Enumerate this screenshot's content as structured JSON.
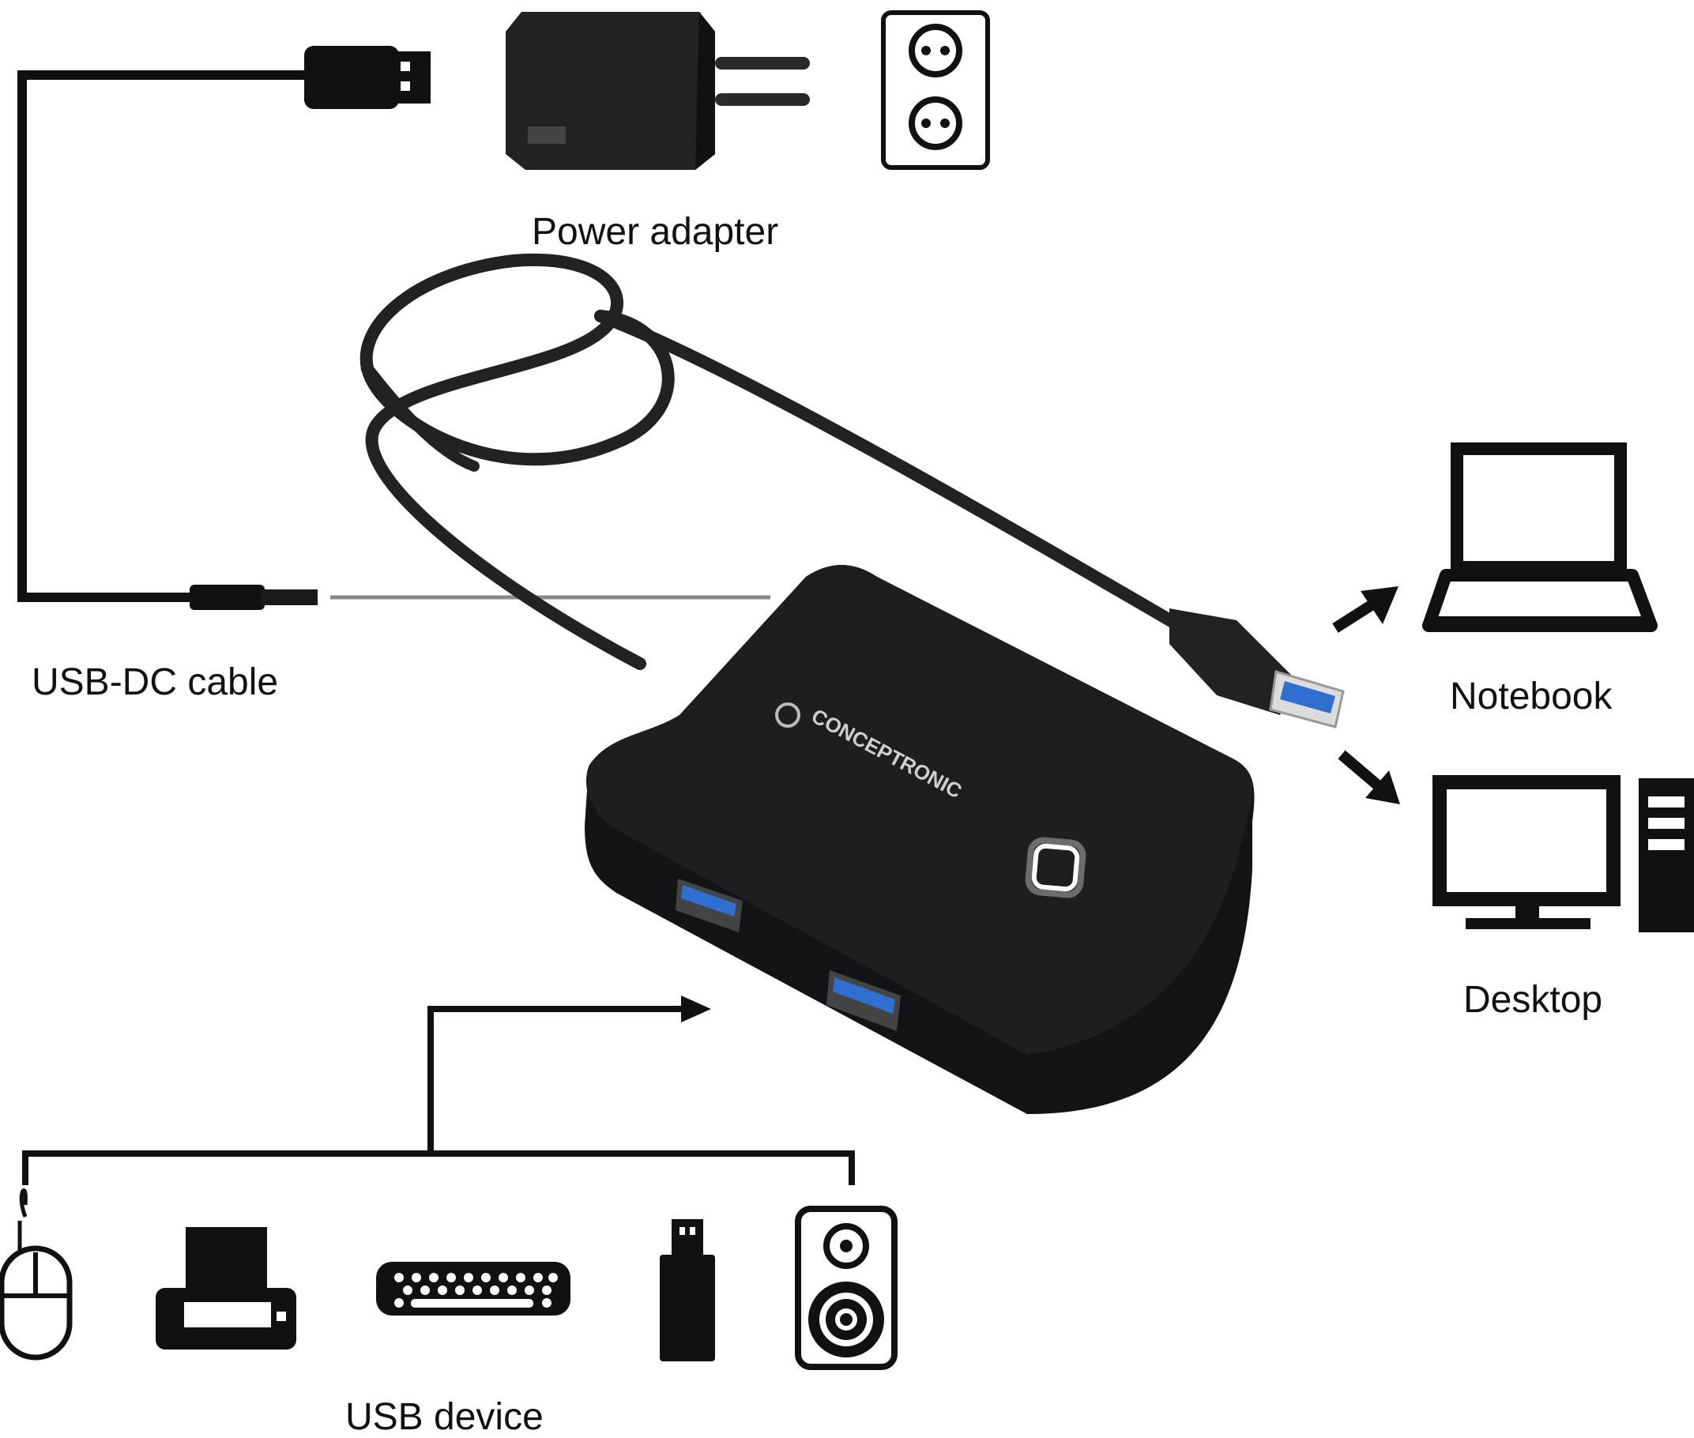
{
  "labels": {
    "power_adapter": "Power adapter",
    "usb_dc_cable": "USB-DC cable",
    "notebook": "Notebook",
    "desktop": "Desktop",
    "usb_device": "USB device"
  },
  "brand": {
    "name": "CONCEPTRONIC"
  },
  "colors": {
    "line": "#111111",
    "hub_body": "#1c1c1e",
    "usb3_blue": "#2f6fd0",
    "led": "#ffffff",
    "connector_line": "#888888"
  },
  "icons": [
    "usb-plug-icon",
    "power-adapter-icon",
    "wall-socket-icon",
    "notebook-icon",
    "desktop-icon",
    "mouse-icon",
    "printer-icon",
    "keyboard-icon",
    "usb-stick-icon",
    "speaker-icon"
  ]
}
